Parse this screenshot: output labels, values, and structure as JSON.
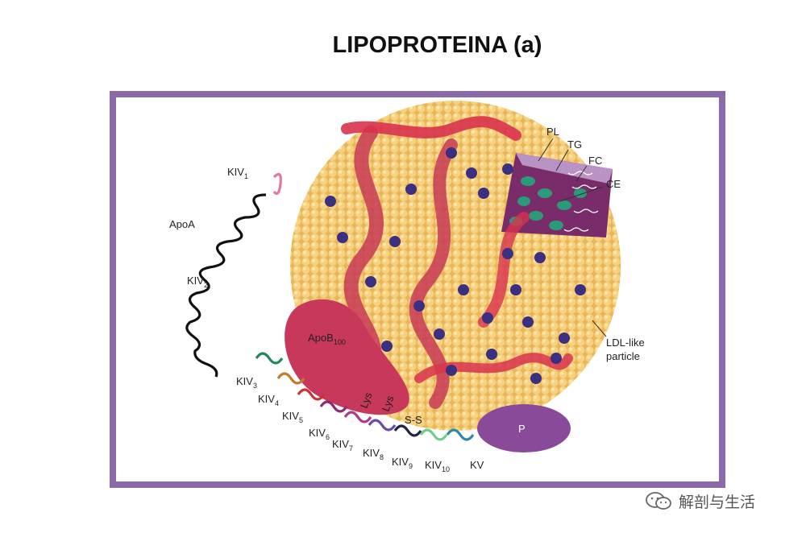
{
  "title": "LIPOPROTEINA (a)",
  "labels": {
    "apoa": "ApoA",
    "kiv1": "KIV",
    "kiv1_sub": "1",
    "kiv2": "KIV",
    "kiv2_sub": "2",
    "kiv3": "KIV",
    "kiv3_sub": "3",
    "kiv4": "KIV",
    "kiv4_sub": "4",
    "kiv5": "KIV",
    "kiv5_sub": "5",
    "kiv6": "KIV",
    "kiv6_sub": "6",
    "kiv7": "KIV",
    "kiv7_sub": "7",
    "kiv8": "KIV",
    "kiv8_sub": "8",
    "kiv9": "KIV",
    "kiv9_sub": "9",
    "kiv10": "KIV",
    "kiv10_sub": "10",
    "kv": "KV",
    "apob": "ApoB",
    "apob_sub": "100",
    "lys1": "Lys",
    "lys2": "Lys",
    "ss": "S-S",
    "p": "P",
    "pl": "PL",
    "tg": "TG",
    "fc": "FC",
    "ce": "CE",
    "ldl_line1": "LDL-like",
    "ldl_line2": "particle"
  },
  "watermark": "解剖与生活",
  "colors": {
    "frame": "#8a6aa8",
    "particle": "#f2c26a",
    "apob_ribbon": "#d8324e",
    "apob_blob": "#c8385a",
    "dots": "#3a2f80",
    "p_ellipse": "#8a4a9a",
    "core": "#7a2c6a",
    "core_blobs": "#2a9a78"
  }
}
